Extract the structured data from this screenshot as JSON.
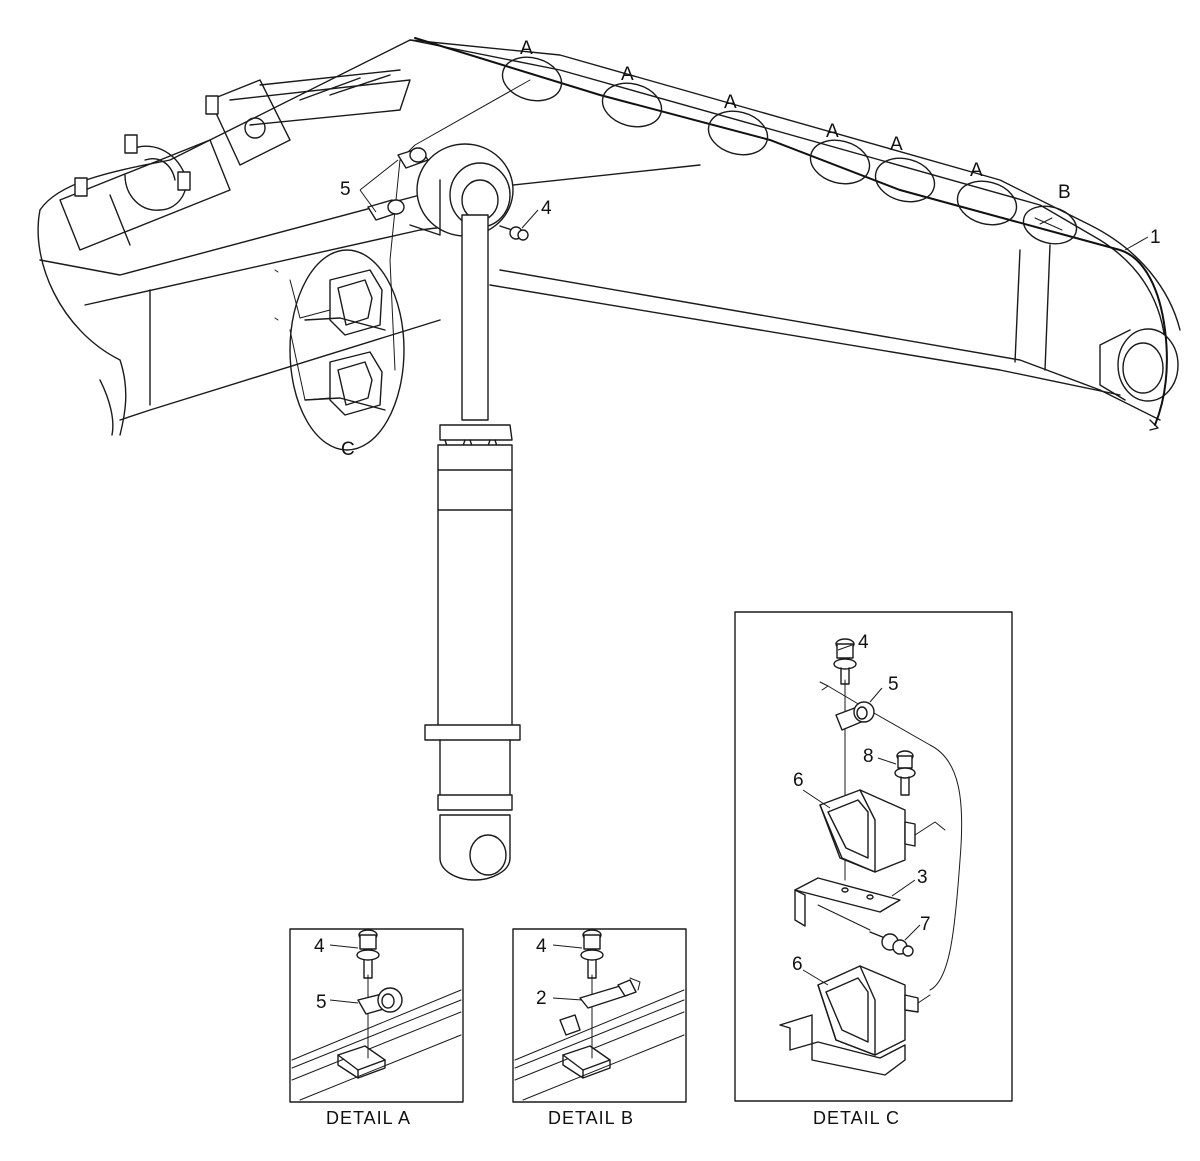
{
  "callouts": {
    "main_a1": "A",
    "main_a2": "A",
    "main_a3": "A",
    "main_a4": "A",
    "main_a5": "A",
    "main_a6": "A",
    "main_b": "B",
    "main_c": "C",
    "main_1": "1",
    "main_4": "4",
    "main_5": "5",
    "detail_a_4": "4",
    "detail_a_5": "5",
    "detail_b_4": "4",
    "detail_b_2": "2",
    "detail_c_4": "4",
    "detail_c_5": "5",
    "detail_c_8": "8",
    "detail_c_6_top": "6",
    "detail_c_3": "3",
    "detail_c_7": "7",
    "detail_c_6_bottom": "6"
  },
  "captions": {
    "detail_a": "DETAIL  A",
    "detail_b": "DETAIL  B",
    "detail_c": "DETAIL  C"
  }
}
